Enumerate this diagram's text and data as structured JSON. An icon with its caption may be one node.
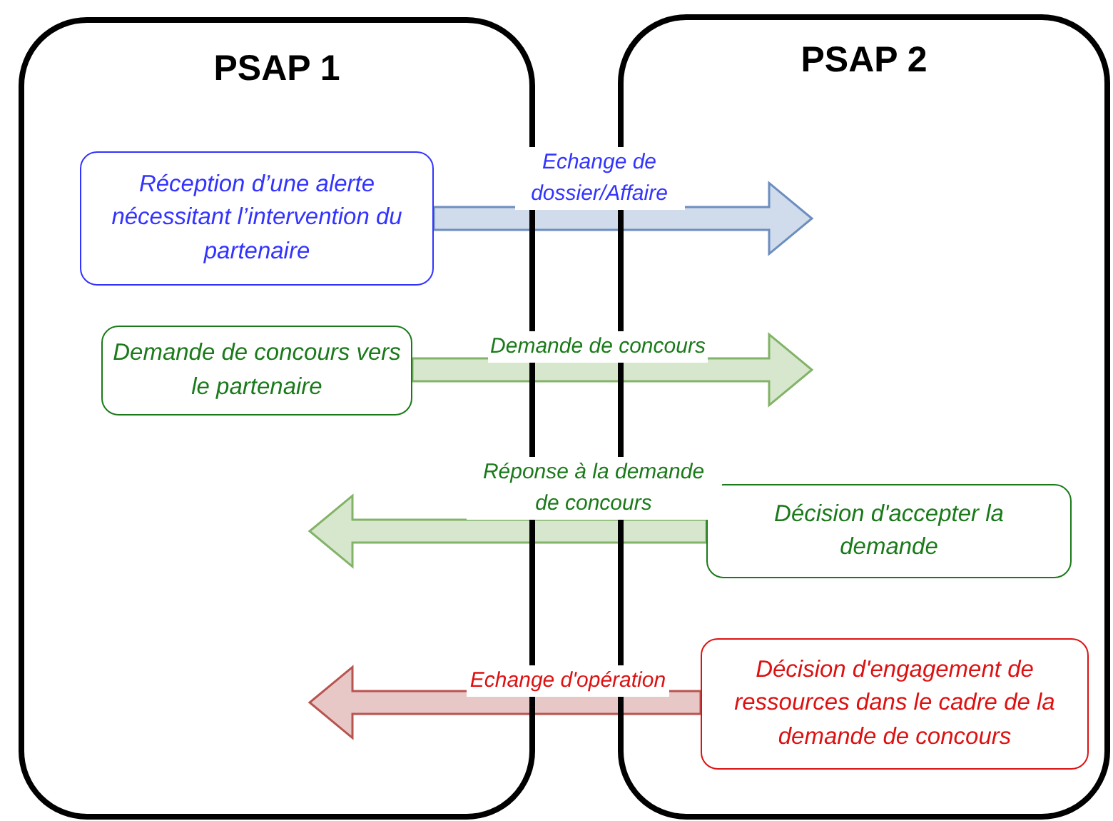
{
  "diagram": {
    "nodes": [
      {
        "text": [
          "PSAP 1"
        ]
      },
      {
        "text": [
          "PSAP 2"
        ]
      },
      {
        "text": [
          "Réception d’une alerte nécessitant l’intervention du partenaire"
        ],
        "in": 0
      },
      {
        "text": [
          "Demande de concours vers le partenaire"
        ],
        "in": 0
      },
      {
        "text": [
          "Décision d'accepter la demande"
        ],
        "in": 1
      },
      {
        "text": [
          "Décision d'engagement de ressources dans le cadre de la demande de concours"
        ],
        "in": 1
      }
    ],
    "edges": [
      {
        "from": 2,
        "to": null,
        "arrow": "to",
        "label": "Echange de dossier/Affaire",
        "style": "thick",
        "color": "#6c8ebf"
      },
      {
        "from": 3,
        "to": null,
        "arrow": "to",
        "label": "Demande de concours",
        "style": "thick",
        "color": "#82b366"
      },
      {
        "from": 4,
        "to": null,
        "arrow": "to",
        "label": "Réponse à la demande de concours",
        "style": "thick",
        "color": "#82b366"
      },
      {
        "from": 5,
        "to": null,
        "arrow": "to",
        "label": "Echange d'opération",
        "style": "thick",
        "color": "#b85450"
      }
    ]
  }
}
